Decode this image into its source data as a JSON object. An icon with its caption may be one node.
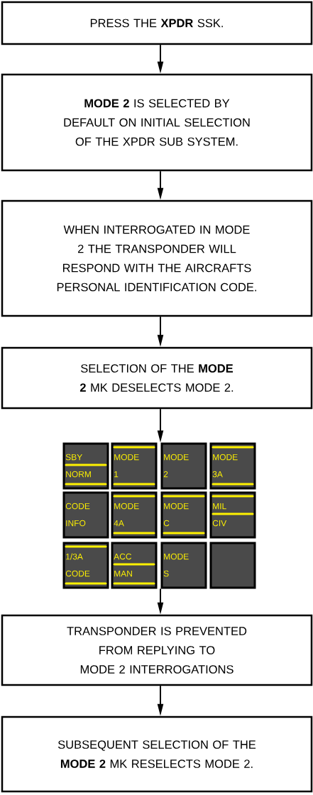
{
  "diagram": {
    "nodes": [
      {
        "text": [
          "PRESS THE **XPDR** SSK."
        ]
      },
      {
        "text": [
          "**MODE 2** IS SELECTED BY DEFAULT ON INITIAL SELECTION OF THE XPDR SUB SYSTEM."
        ]
      },
      {
        "text": [
          "WHEN INTERROGATED IN MODE 2 THE TRANSPONDER WILL RESPOND WITH THE AIRCRAFTS PERSONAL IDENTIFICATION CODE."
        ]
      },
      {
        "text": [
          "SELECTION OF THE **MODE 2** MK DESELECTS MODE 2."
        ]
      },
      {
        "text": [
          "SBY",
          "NORM"
        ]
      },
      {
        "text": [
          "MODE",
          "1"
        ]
      },
      {
        "text": [
          "MODE",
          "2"
        ]
      },
      {
        "text": [
          "MODE",
          "3A"
        ]
      },
      {
        "text": [
          "CODE",
          "INFO"
        ]
      },
      {
        "text": [
          "MODE",
          "4A"
        ]
      },
      {
        "text": [
          "MODE",
          "C"
        ]
      },
      {
        "text": [
          "MIL",
          "CIV"
        ]
      },
      {
        "text": [
          "1/3A",
          "CODE"
        ]
      },
      {
        "text": [
          "ACC",
          "MAN"
        ]
      },
      {
        "text": [
          "MODE",
          "S"
        ]
      },
      {
        "text": [],
        "shape": "box"
      },
      {
        "text": [
          "TRANSPONDER IS PREVENTED FROM REPLYING TO MODE 2 INTERROGATIONS"
        ]
      },
      {
        "text": [
          "SUBSEQUENT SELECTION OF THE **MODE 2** MK RESELECTS MODE 2."
        ]
      }
    ],
    "edges": [
      {
        "from": 0,
        "to": 1,
        "arrow": "to"
      },
      {
        "from": 1,
        "to": 2,
        "arrow": "to"
      },
      {
        "from": 2,
        "to": 3,
        "arrow": "to"
      },
      {
        "from": 3,
        "to": 5,
        "arrow": "to"
      },
      {
        "from": 13,
        "to": 16,
        "arrow": "to"
      },
      {
        "from": 16,
        "to": 17,
        "arrow": "to"
      }
    ]
  }
}
